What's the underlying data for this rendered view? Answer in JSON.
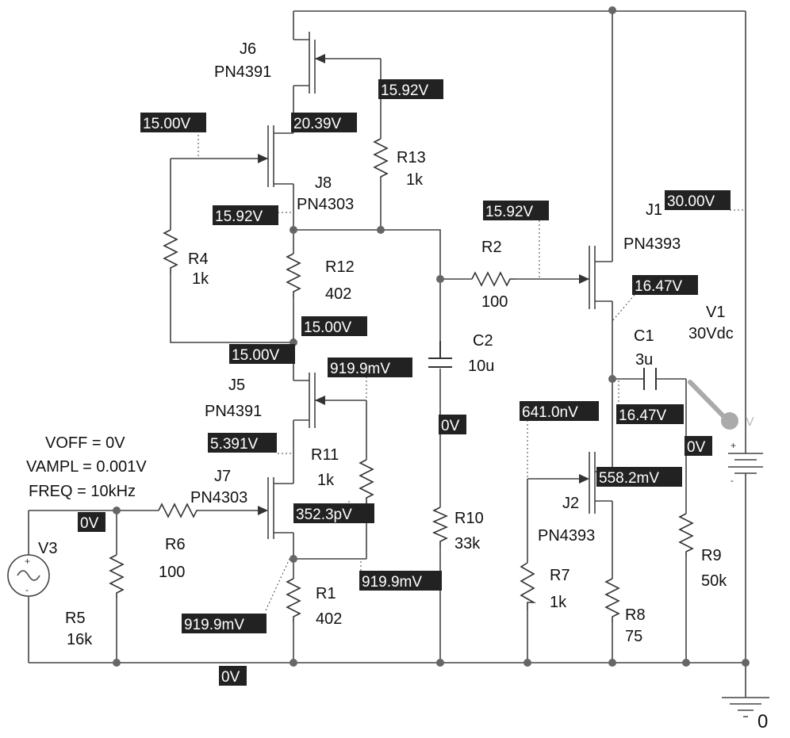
{
  "components": {
    "J6": {
      "ref": "J6",
      "model": "PN4391"
    },
    "J8": {
      "ref": "J8",
      "model": "PN4303"
    },
    "J5": {
      "ref": "J5",
      "model": "PN4391"
    },
    "J7": {
      "ref": "J7",
      "model": "PN4303"
    },
    "J1": {
      "ref": "J1",
      "model": "PN4393"
    },
    "J2": {
      "ref": "J2",
      "model": "PN4393"
    },
    "R1": {
      "ref": "R1",
      "value": "402"
    },
    "R2": {
      "ref": "R2",
      "value": "100"
    },
    "R4": {
      "ref": "R4",
      "value": "1k"
    },
    "R5": {
      "ref": "R5",
      "value": "16k"
    },
    "R6": {
      "ref": "R6",
      "value": "100"
    },
    "R7": {
      "ref": "R7",
      "value": "1k"
    },
    "R8": {
      "ref": "R8",
      "value": "75"
    },
    "R9": {
      "ref": "R9",
      "value": "50k"
    },
    "R10": {
      "ref": "R10",
      "value": "33k"
    },
    "R11": {
      "ref": "R11",
      "value": "1k"
    },
    "R12": {
      "ref": "R12",
      "value": "402"
    },
    "R13": {
      "ref": "R13",
      "value": "1k"
    },
    "C1": {
      "ref": "C1",
      "value": "3u"
    },
    "C2": {
      "ref": "C2",
      "value": "10u"
    },
    "V1": {
      "ref": "V1",
      "value": "30Vdc"
    },
    "V3": {
      "ref": "V3"
    }
  },
  "source_params": {
    "voff": "VOFF = 0V",
    "vampl": "VAMPL = 0.001V",
    "freq": "FREQ = 10kHz"
  },
  "ground_label": "0",
  "probe_letter": "V",
  "colors": {
    "probe_bg": "#222222",
    "probe_text": "#ffffff",
    "wire": "#444444"
  },
  "probes": {
    "j6_source": "15.92V",
    "j6_drain_j8": "20.39V",
    "j8_gate": "15.00V",
    "j8_source": "15.92V",
    "r12_bottom": "15.00V",
    "j5_drain": "15.00V",
    "j5_gate": "919.9mV",
    "j7_drain": "5.391V",
    "j7_gate": "352.3pV",
    "r11_bottom": "919.9mV",
    "r1_top": "919.9mV",
    "input_node": "0V",
    "ground_node": "0V",
    "c2_right": "0V",
    "j1_gate": "15.92V",
    "supply": "30.00V",
    "j1_source": "16.47V",
    "c1_left": "16.47V",
    "j2_gate": "641.0nV",
    "j2_source": "558.2mV",
    "c1_right": "0V"
  }
}
